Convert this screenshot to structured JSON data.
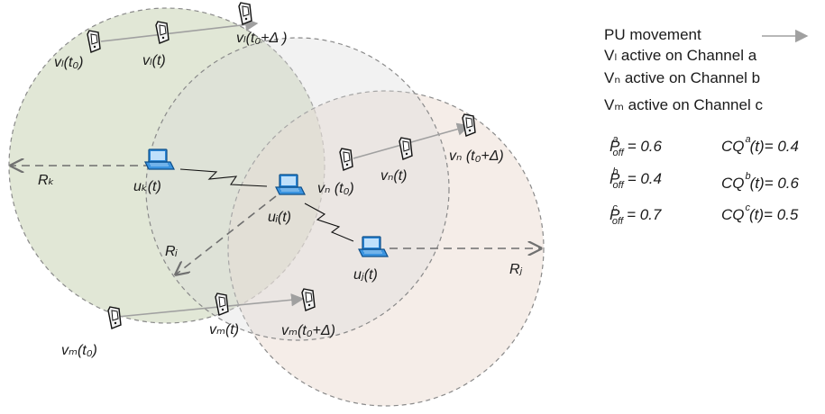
{
  "nodes": {
    "uk": "uₖ(t)",
    "ui": "uᵢ(t)",
    "uj": "uⱼ(t)"
  },
  "ranges": {
    "rk": "Rₖ",
    "ri": "Rᵢ",
    "rj": "Rⱼ"
  },
  "pu_labels": {
    "vl0": "vₗ(t₀)",
    "vlt": "vₗ(t)",
    "vld": "vₗ(t₀+Δ )",
    "vn0": "vₙ (t₀)",
    "vnt": "vₙ(t)",
    "vnd": "vₙ (t₀+Δ)",
    "vm0": "vₘ(t₀)",
    "vmt": "vₘ(t)",
    "vmd": "vₘ(t₀+Δ)"
  },
  "legend": {
    "movement": "PU movement",
    "line_l": "Vₗ active on Channel a",
    "line_n": "Vₙ active on Channel b",
    "line_m": "Vₘ active on Channel c"
  },
  "probabilities": [
    {
      "p_sup": "a",
      "p_rest": "= 0.6",
      "cq_sup": "a",
      "cq_rest": "(t)= 0.4"
    },
    {
      "p_sup": "b",
      "p_rest": "= 0.4",
      "cq_sup": "b",
      "cq_rest": "(t)= 0.6"
    },
    {
      "p_sup": "c",
      "p_rest": "= 0.7",
      "cq_sup": "c",
      "cq_rest": "(t)= 0.5"
    }
  ],
  "labels_static": {
    "p": "P",
    "p_sub": "off",
    "cq": "CQ"
  },
  "colors": {
    "circle_k": "#c9d4b4",
    "circle_i": "#e4e4e4",
    "circle_j": "#ecdfd6",
    "laptop": "#1f7ac8",
    "arrow": "#9a9a9a"
  }
}
